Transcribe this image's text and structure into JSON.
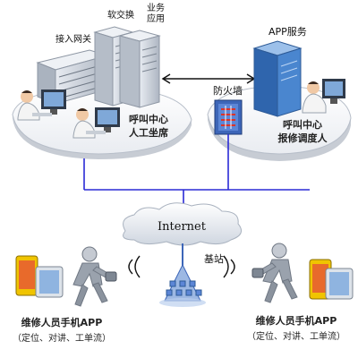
{
  "nodes": {
    "gateway": "接入网关",
    "softswitch": "软交换",
    "business_app": [
      "业务",
      "应用"
    ],
    "app_service": "APP服务",
    "firewall": "防火墙",
    "call_center_agents": [
      "呼叫中心",
      "人工坐席"
    ],
    "call_center_dispatch": [
      "呼叫中心",
      "报修调度人"
    ],
    "internet": "Internet",
    "base_station": "基站",
    "left_app": [
      "维修人员手机APP",
      "（定位、对讲、工单流）"
    ],
    "right_app": [
      "维修人员手机APP",
      "（定位、对讲、工单流）"
    ]
  },
  "colors": {
    "network_line": "#2a2ad6",
    "server_gray": "#c9cfd8",
    "server_blue": "#3f79c2",
    "platform_edge": "#c7ccd4",
    "phone_yellow": "#f0c400",
    "firewall_blue": "#3d66b8"
  }
}
